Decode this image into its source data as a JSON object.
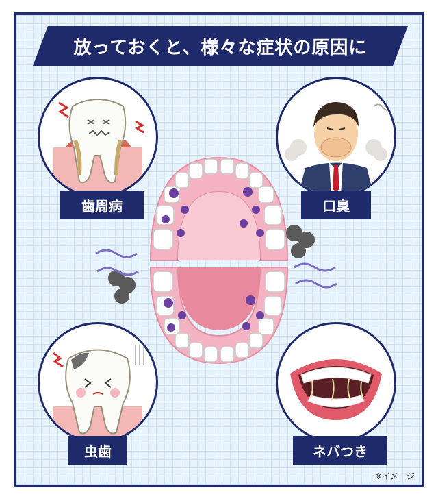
{
  "title": "放っておくと、様々な症状の原因に",
  "symptoms": [
    {
      "label": "歯周病",
      "icon": "gum-disease-tooth-icon"
    },
    {
      "label": "口臭",
      "icon": "bad-breath-man-icon"
    },
    {
      "label": "虫歯",
      "icon": "cavity-tooth-icon"
    },
    {
      "label": "ネバつき",
      "icon": "sticky-saliva-mouth-icon"
    }
  ],
  "note": "※イメージ",
  "colors": {
    "navy": "#1f2a6b",
    "background": "#e8f2fa",
    "gum_pink": "#f2a9b8",
    "bacteria_purple": "#6b3fa0",
    "plaque_gray": "#5a5a5a"
  }
}
